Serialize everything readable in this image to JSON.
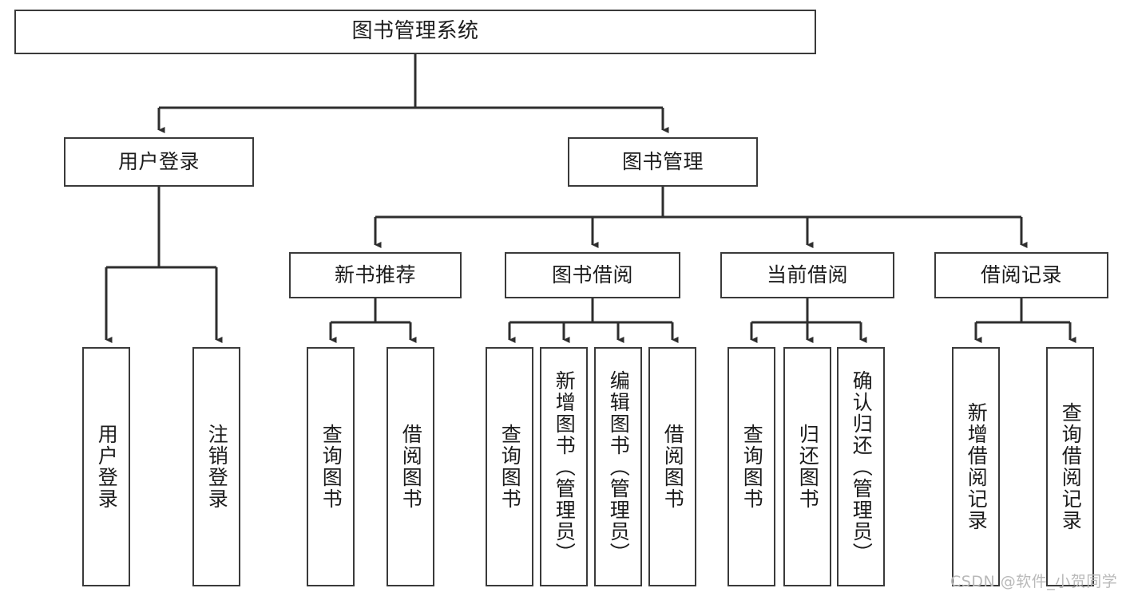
{
  "diagram": {
    "title": "图书管理系统",
    "type": "hierarchy-tree",
    "root": {
      "label": "图书管理系统"
    },
    "level2": [
      {
        "label": "用户登录"
      },
      {
        "label": "图书管理"
      }
    ],
    "level3": [
      {
        "label": "新书推荐"
      },
      {
        "label": "图书借阅"
      },
      {
        "label": "当前借阅"
      },
      {
        "label": "借阅记录"
      }
    ],
    "leaves": {
      "user_login": [
        {
          "label": "用户登录"
        },
        {
          "label": "注销登录"
        }
      ],
      "new_book_recommend": [
        {
          "label": "查询图书"
        },
        {
          "label": "借阅图书"
        }
      ],
      "book_borrow": [
        {
          "label": "查询图书"
        },
        {
          "label": "新增图书（管理员）"
        },
        {
          "label": "编辑图书（管理员）"
        },
        {
          "label": "借阅图书"
        }
      ],
      "current_borrow": [
        {
          "label": "查询图书"
        },
        {
          "label": "归还图书"
        },
        {
          "label": "确认归还（管理员）"
        }
      ],
      "borrow_record": [
        {
          "label": "新增借阅记录"
        },
        {
          "label": "查询借阅记录"
        }
      ]
    }
  },
  "watermark": {
    "text": "CSDN @软件_小贺同学"
  },
  "colors": {
    "border": "#3a3a3a",
    "background": "#ffffff",
    "text": "#1c1c1c",
    "watermark": "#b9b9b9"
  }
}
